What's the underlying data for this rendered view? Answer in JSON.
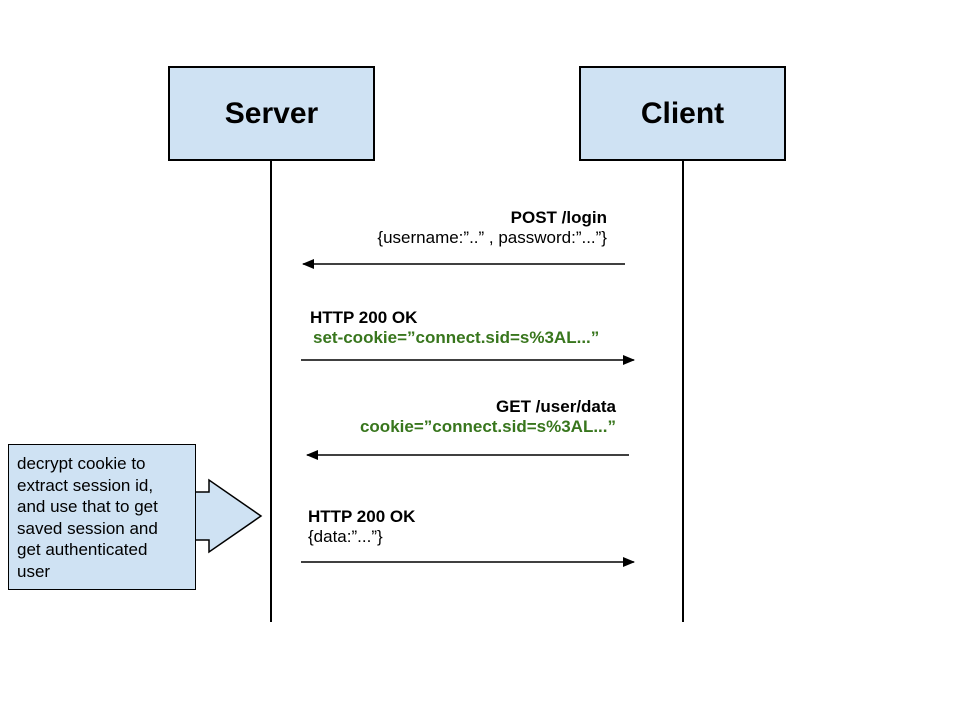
{
  "actors": {
    "server": "Server",
    "client": "Client"
  },
  "messages": [
    {
      "line1": "POST /login",
      "line2": "{username:”..” , password:”...”}",
      "direction": "client-to-server"
    },
    {
      "line1": "HTTP 200 OK",
      "line2": "set-cookie=”connect.sid=s%3AL...”",
      "direction": "server-to-client"
    },
    {
      "line1": "GET /user/data",
      "line2": "cookie=”connect.sid=s%3AL...”",
      "direction": "client-to-server"
    },
    {
      "line1": "HTTP 200 OK",
      "line2": "{data:”...”}",
      "direction": "server-to-client"
    }
  ],
  "note": {
    "lines": [
      "decrypt cookie to",
      "extract session id,",
      "and use that to get",
      "saved session and",
      "get authenticated",
      "user"
    ]
  },
  "colors": {
    "actor_fill": "#cfe2f3",
    "highlight_text": "#38761d",
    "line": "#000000"
  }
}
